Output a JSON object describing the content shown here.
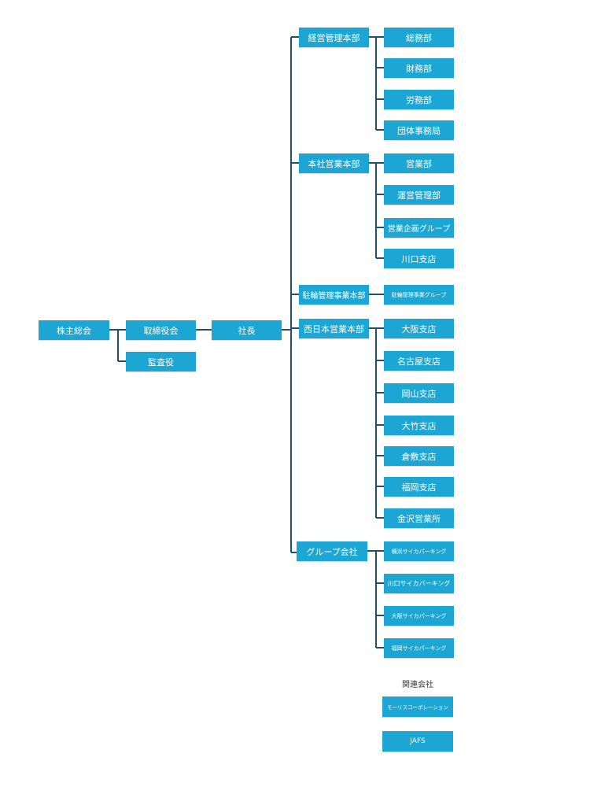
{
  "colors": {
    "box": "#1da6d3",
    "line": "#20506b",
    "text": "#ffffff"
  },
  "root": "株主総会",
  "board": "取締役会",
  "auditor": "監査役",
  "president": "社長",
  "divisions": [
    {
      "name": "経営管理本部",
      "units": [
        "総務部",
        "財務部",
        "労務部",
        "団体事務局"
      ]
    },
    {
      "name": "本社営業本部",
      "units": [
        "営業部",
        "運営管理部",
        "営業企画グループ",
        "川口支店"
      ]
    },
    {
      "name": "駐輪管理事業本部",
      "units": [
        "駐輪管理事業グループ"
      ]
    },
    {
      "name": "西日本営業本部",
      "units": [
        "大阪支店",
        "名古屋支店",
        "岡山支店",
        "大竹支店",
        "倉敷支店",
        "福岡支店",
        "金沢営業所"
      ]
    },
    {
      "name": "グループ会社",
      "units": [
        "横浜サイカパーキング",
        "川口サイカパーキング",
        "大阪サイカパーキング",
        "福岡サイカパーキング"
      ]
    }
  ],
  "affiliates": {
    "title": "関連会社",
    "items": [
      "モーリスコーポレーション",
      "JAFS"
    ]
  }
}
